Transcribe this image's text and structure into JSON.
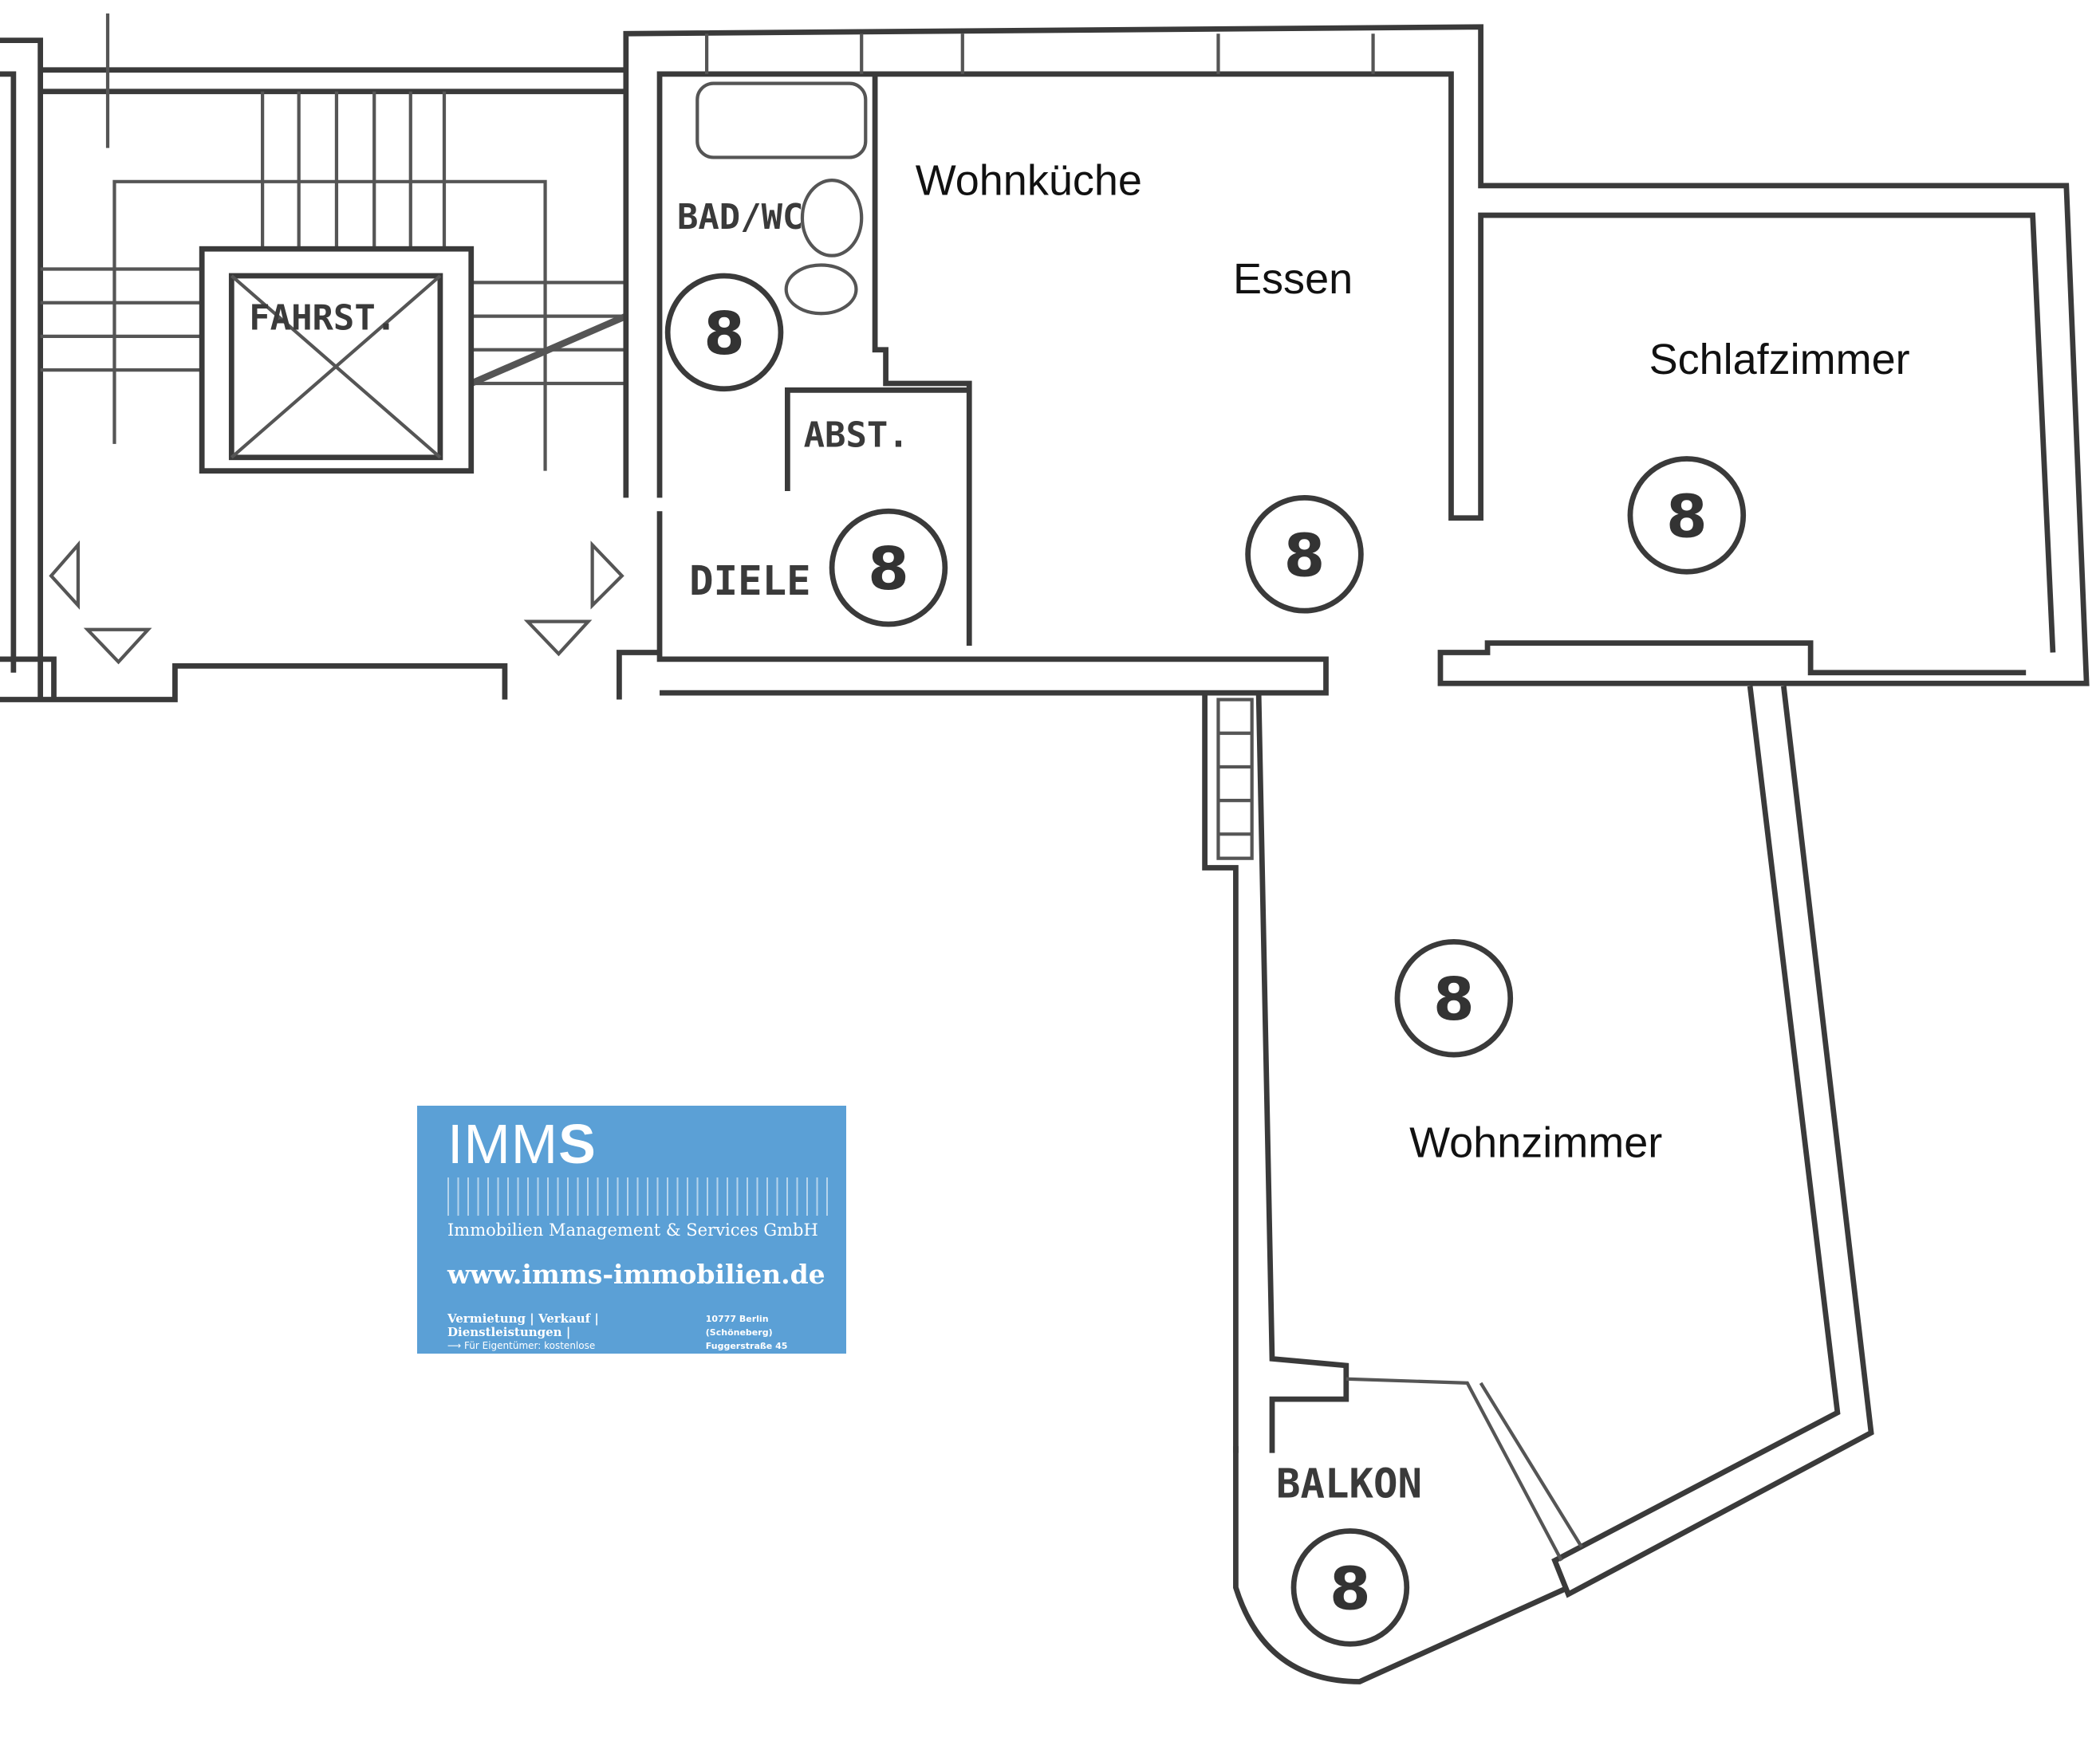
{
  "rooms": {
    "wohnkueche": "Wohnküche",
    "essen": "Essen",
    "schlafzimmer": "Schlafzimmer",
    "wohnzimmer": "Wohnzimmer"
  },
  "stamps": {
    "bad_wc": "BAD/WC",
    "fahrst": "FAHRST.",
    "abst": "ABST.",
    "diele": "DIELE",
    "balkon": "BALKON",
    "room_marker": "8"
  },
  "logo": {
    "brand_light": "IMM",
    "brand_bold": "S",
    "company": "Immobilien Management & Services GmbH",
    "url": "www.imms-immobilien.de",
    "services": "Vermietung | Verkauf | Dienstleistungen |",
    "tagline": "Für Eigentümer: kostenlose Immobilienbewertung!",
    "city": "10777 Berlin (Schöneberg)",
    "street": "Fuggerstraße 45",
    "color": "#5ba0d6"
  }
}
